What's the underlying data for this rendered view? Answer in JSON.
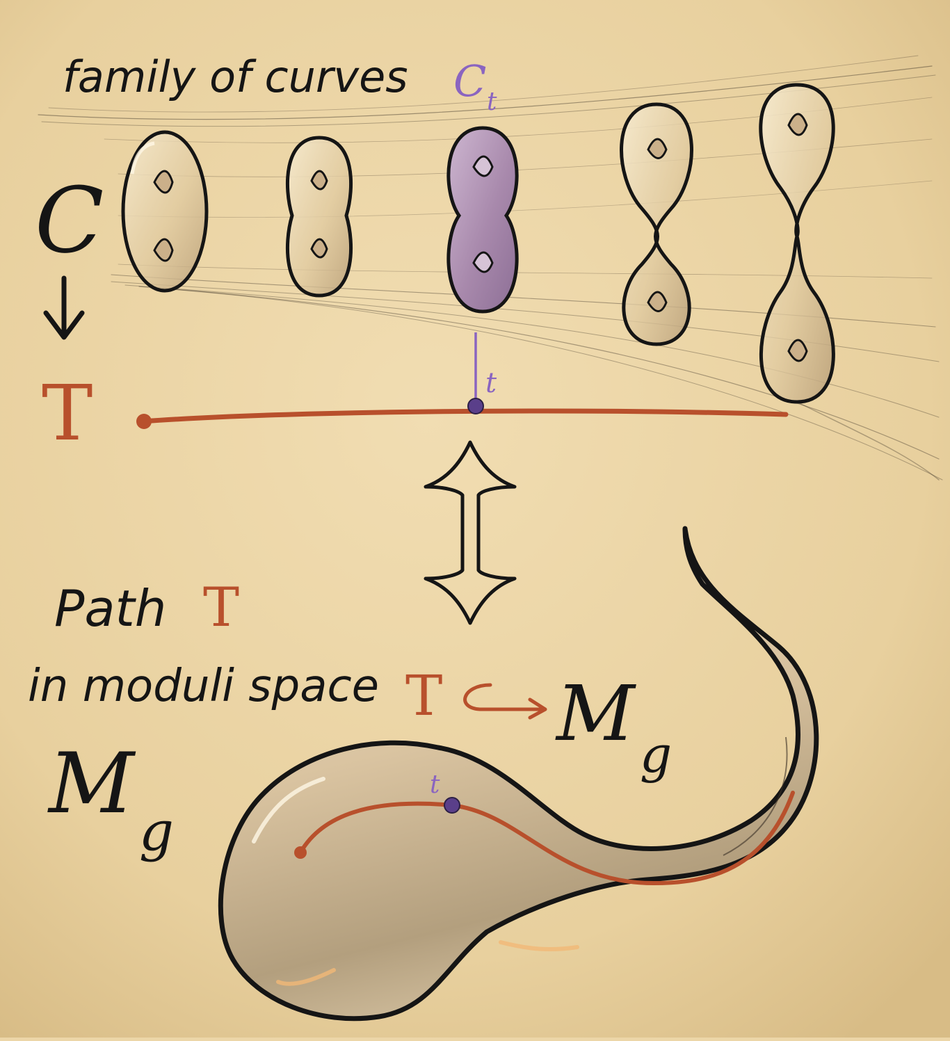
{
  "labels": {
    "family_of_curves": "family of curves",
    "fiber_name": "C",
    "fiber_subscript": "t",
    "total_space": "C",
    "base": "T",
    "point_t": "t",
    "path_word": "Path",
    "path_T": "T",
    "in_moduli_space": "in moduli space",
    "moduli_M": "M",
    "moduli_sub": "g",
    "map_source": "T",
    "map_target_M": "M",
    "map_target_sub": "g",
    "point_t_on_path": "t"
  },
  "colors": {
    "paper": "#ecd6a8",
    "ink": "#151515",
    "rust": "#b8502c",
    "violet": "#8a64c0",
    "point": "#5a3f8a",
    "highlight_surface": "#b49ab6"
  },
  "surfaces": [
    {
      "name": "curve-1",
      "shape": "torus-pair-oval",
      "highlighted": false
    },
    {
      "name": "curve-2",
      "shape": "torus-pair-peanut",
      "highlighted": false
    },
    {
      "name": "curve-3",
      "shape": "torus-pair-peanut",
      "highlighted": true
    },
    {
      "name": "curve-4",
      "shape": "torus-pair-necked",
      "highlighted": false
    },
    {
      "name": "curve-5",
      "shape": "torus-pair-pinched",
      "highlighted": false
    }
  ]
}
